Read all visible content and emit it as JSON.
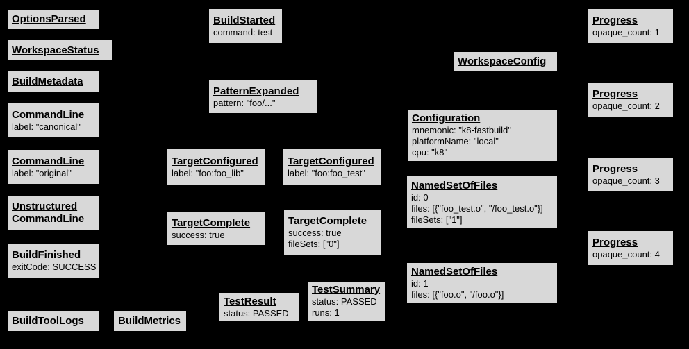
{
  "diagram": {
    "background_color": "#000000",
    "node_fill_color": "#d8d8d8",
    "node_border_color": "#000000",
    "text_color": "#000000"
  },
  "nodes": [
    {
      "title": "OptionsParsed",
      "lines": []
    },
    {
      "title": "WorkspaceStatus",
      "lines": []
    },
    {
      "title": "BuildMetadata",
      "lines": []
    },
    {
      "title": "CommandLine",
      "lines": [
        "label: \"canonical\""
      ]
    },
    {
      "title": "CommandLine",
      "lines": [
        "label: \"original\""
      ]
    },
    {
      "title": "Unstructured CommandLine",
      "lines": []
    },
    {
      "title": "BuildFinished",
      "lines": [
        "exitCode: SUCCESS"
      ]
    },
    {
      "title": "BuildToolLogs",
      "lines": []
    },
    {
      "title": "BuildMetrics",
      "lines": []
    },
    {
      "title": "BuildStarted",
      "lines": [
        "command: test"
      ]
    },
    {
      "title": "PatternExpanded",
      "lines": [
        "pattern: \"foo/...\""
      ]
    },
    {
      "title": "TargetConfigured",
      "lines": [
        "label: \"foo:foo_lib\""
      ]
    },
    {
      "title": "TargetConfigured",
      "lines": [
        "label: \"foo:foo_test\""
      ]
    },
    {
      "title": "TargetComplete",
      "lines": [
        "success: true"
      ]
    },
    {
      "title": "TargetComplete",
      "lines": [
        "success: true",
        "fileSets: [\"0\"]"
      ]
    },
    {
      "title": "TestResult",
      "lines": [
        "status: PASSED"
      ]
    },
    {
      "title": "TestSummary",
      "lines": [
        "status: PASSED",
        "runs: 1"
      ]
    },
    {
      "title": "WorkspaceConfig",
      "lines": []
    },
    {
      "title": "Configuration",
      "lines": [
        "mnemonic: \"k8-fastbuild\"",
        "platformName: \"local\"",
        "cpu: \"k8\""
      ]
    },
    {
      "title": "NamedSetOfFiles",
      "lines": [
        "id: 0",
        "files: [{\"foo_test.o\", \"/foo_test.o\"}]",
        "fileSets: [\"1\"]"
      ]
    },
    {
      "title": "NamedSetOfFiles",
      "lines": [
        "id: 1",
        "files: [{\"foo.o\", \"/foo.o\"}]"
      ]
    },
    {
      "title": "Progress",
      "lines": [
        "opaque_count: 1"
      ]
    },
    {
      "title": "Progress",
      "lines": [
        "opaque_count: 2"
      ]
    },
    {
      "title": "Progress",
      "lines": [
        "opaque_count: 3"
      ]
    },
    {
      "title": "Progress",
      "lines": [
        "opaque_count: 4"
      ]
    }
  ]
}
